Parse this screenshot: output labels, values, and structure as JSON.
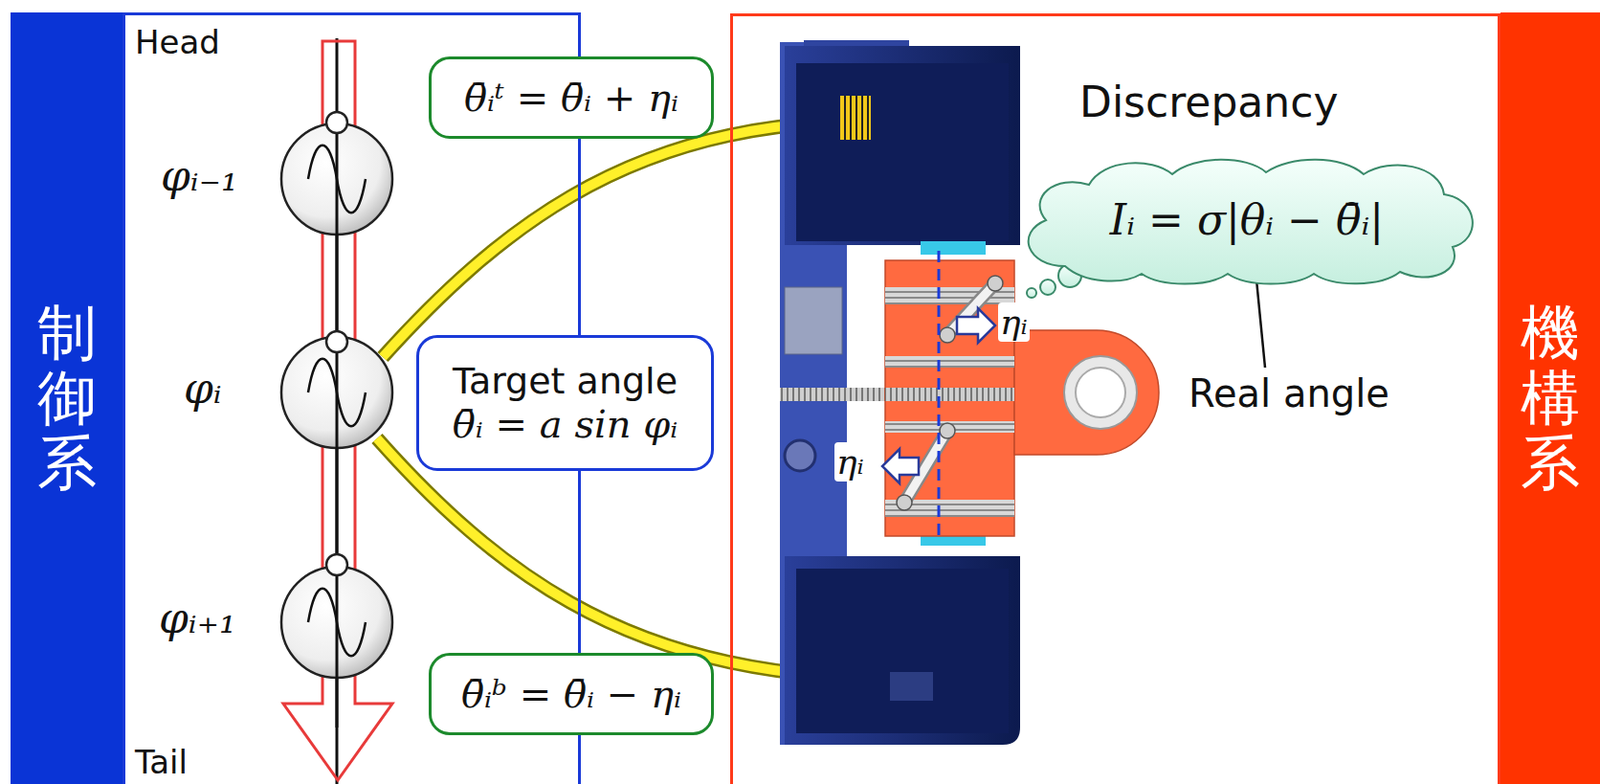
{
  "diagram": {
    "nodes": [
      {
        "text": [
          "制御系"
        ]
      },
      {
        "text": [
          "Head",
          "Tail"
        ]
      },
      {
        "text": [
          "θ̄ᵢᵗ = θ̄ᵢ + ηᵢ"
        ]
      },
      {
        "text": [
          "Target angle",
          "θ̄ᵢ = a sin φᵢ"
        ]
      },
      {
        "text": [
          "θ̄ᵢᵇ = θ̄ᵢ − ηᵢ"
        ]
      },
      {
        "text": [
          "Discrepancy"
        ]
      },
      {
        "text": [
          "Iᵢ = σ|θᵢ − θ̄ᵢ|"
        ],
        "in": 5
      },
      {
        "text": [
          "機構系"
        ]
      }
    ],
    "labels": [
      "φᵢ₋₁",
      "φᵢ",
      "φᵢ₊₁",
      "ηᵢ",
      "ηᵢ",
      "Real angle"
    ]
  }
}
